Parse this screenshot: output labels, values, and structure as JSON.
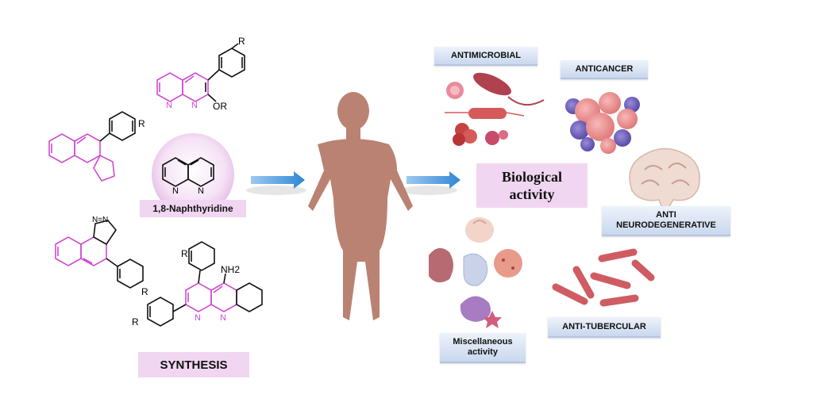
{
  "labels": {
    "naphthyridine": "1,8-Naphthyridine",
    "synthesis": "SYNTHESIS",
    "biological_activity": "Biological\nactivity",
    "antimicrobial": "ANTIMICROBIAL",
    "anticancer": "ANTICANCER",
    "antineuro": "ANTI\nNEURODEGENERATIVE",
    "antitubercular": "ANTI-TUBERCULAR",
    "misc": "Miscellaneous\nactivity"
  },
  "structure_text": {
    "r_top": "R",
    "or": "OR",
    "n1": "N",
    "n2": "N",
    "r_left": "R",
    "n_core_left": "N",
    "n_core_right": "N",
    "tetrazole": "N=N",
    "r_mid": "R",
    "nh2": "NH2",
    "r_bottom_top": "R",
    "r_bottom_left": "R",
    "n_bottom1": "N",
    "n_bottom2": "N"
  },
  "colors": {
    "magenta": "#d04ad0",
    "label_blue": "#c9d7ee",
    "label_pink": "#f1d6f1",
    "body": "#b98272",
    "arrow": "#3a8fd8"
  }
}
